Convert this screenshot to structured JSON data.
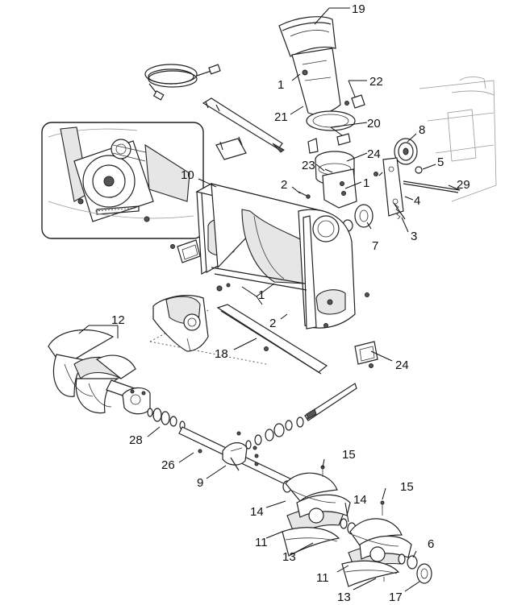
{
  "labels": {
    "l1a": "1",
    "l1b": "1",
    "l1c": "1",
    "l2a": "2",
    "l2b": "2",
    "l3": "3",
    "l4": "4",
    "l5": "5",
    "l6": "6",
    "l7": "7",
    "l8": "8",
    "l9": "9",
    "l10": "10",
    "l11a": "11",
    "l11b": "11",
    "l12": "12",
    "l13a": "13",
    "l13b": "13",
    "l14a": "14",
    "l14b": "14",
    "l15a": "15",
    "l15b": "15",
    "l17": "17",
    "l18": "18",
    "l19": "19",
    "l20": "20",
    "l21": "21",
    "l22": "22",
    "l23": "23",
    "l24a": "24",
    "l24b": "24",
    "l26": "26",
    "l28": "28",
    "l29": "29"
  }
}
